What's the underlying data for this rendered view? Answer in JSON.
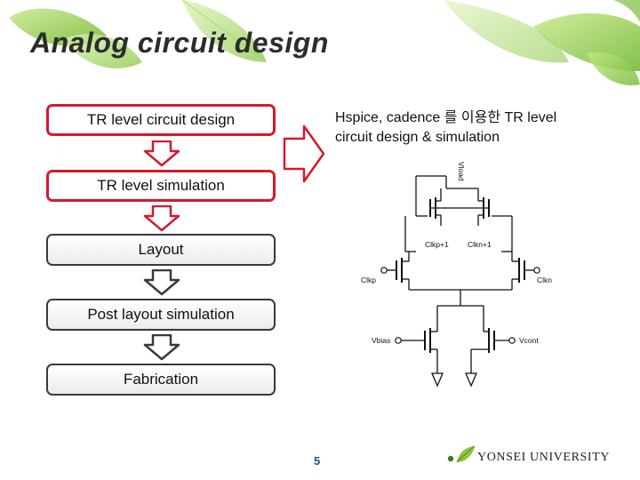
{
  "slide": {
    "title": "Analog circuit design",
    "steps": [
      {
        "label": "TR level circuit design"
      },
      {
        "label": "TR level simulation"
      },
      {
        "label": "Layout"
      },
      {
        "label": "Post layout simulation"
      },
      {
        "label": "Fabrication"
      }
    ],
    "description_line1": "Hspice, cadence 를 이용한 TR level",
    "description_line2": "circuit design & simulation",
    "page_number": "5"
  },
  "circuit": {
    "vload": "Vload",
    "clk_p_top": "Clkp+1",
    "clk_n_top": "Clkn+1",
    "clk_p": "Clkp",
    "clk_n": "Clkn",
    "vbias": "Vbias",
    "vcont": "Vcont"
  },
  "footer": {
    "university": "YONSEI UNIVERSITY"
  },
  "colors": {
    "accent_red": "#d8182c",
    "leaf_green": "#8cc63f",
    "page_number_blue": "#2a4f90"
  }
}
